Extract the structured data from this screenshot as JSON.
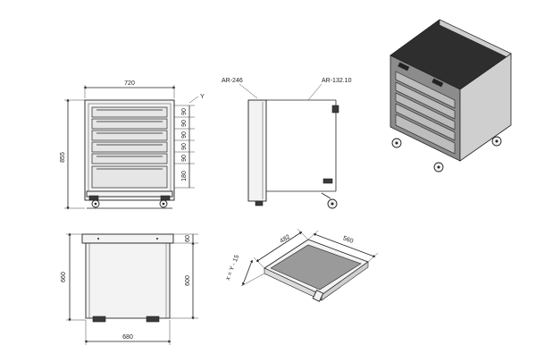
{
  "drawing": {
    "front_view": {
      "width_label": "720",
      "height_label": "855",
      "axis_label": "Y",
      "drawer_heights": [
        "90",
        "90",
        "90",
        "90",
        "90",
        "180"
      ]
    },
    "side_view": {
      "callout_left": "AR-246",
      "callout_right": "AR-132.10"
    },
    "plan_view": {
      "depth_label": "660",
      "inner_depth_label": "600",
      "top_offset_label": "60",
      "width_label": "680"
    },
    "tray_view": {
      "length_label": "482",
      "width_label": "560",
      "formula_label": "x = Y - 15"
    }
  },
  "colors": {
    "line": "#222222",
    "panel": "#f3f3f3",
    "drawer": "#e6e6e6",
    "iso_front": "#8c8c8c",
    "iso_top": "#2e2e2e"
  }
}
